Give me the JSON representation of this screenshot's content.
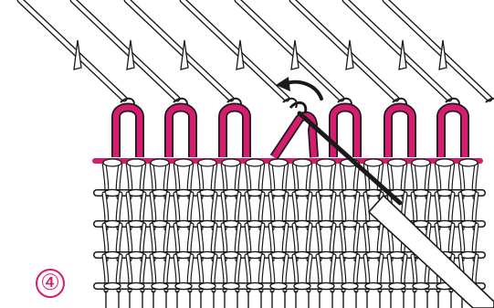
{
  "diagram": {
    "step_label": "④",
    "colors": {
      "yarn": "#d61c6f",
      "line": "#1a1a1a",
      "background": "#ffffff",
      "step_label": "#d61c6f"
    },
    "needle_count": 8,
    "fabric_rows": 4,
    "fabric_columns": 16
  }
}
